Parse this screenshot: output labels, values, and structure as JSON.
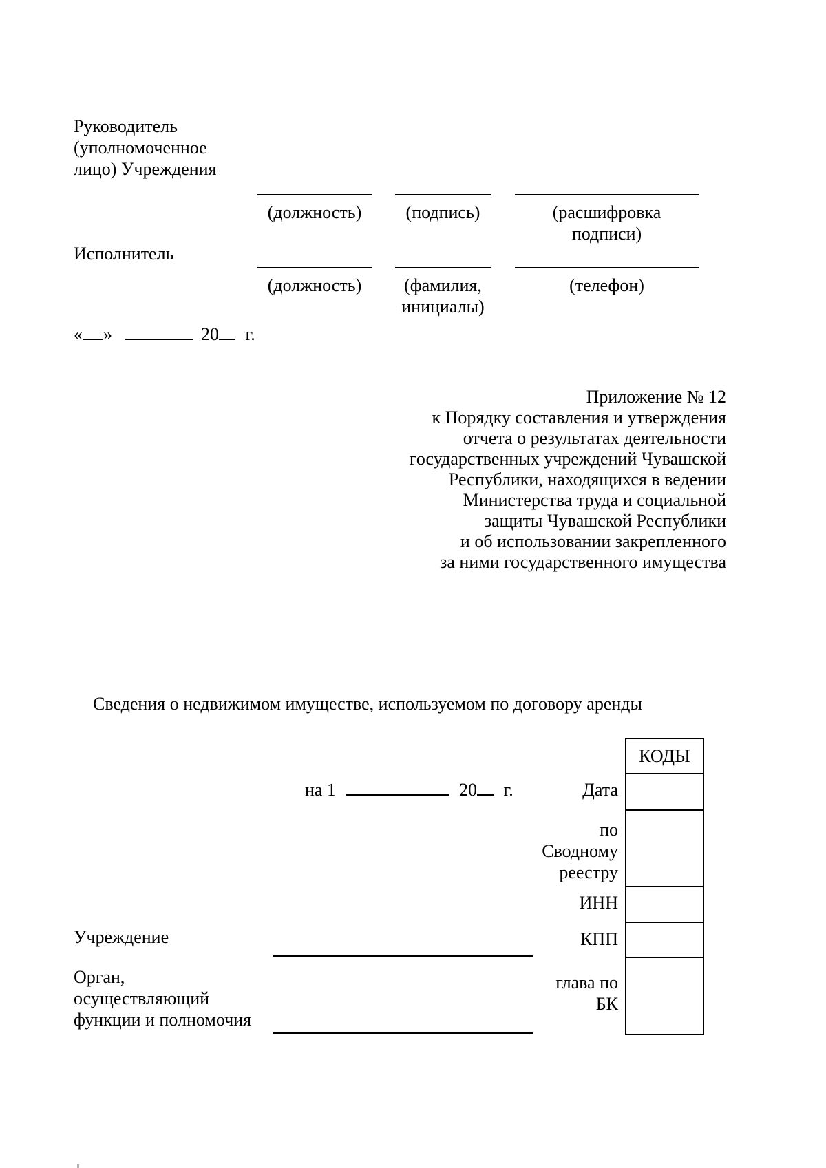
{
  "signatures": {
    "leader_lines": [
      "Руководитель",
      "(уполномоченное",
      "лицо) Учреждения"
    ],
    "executor_label": "Исполнитель",
    "row1_captions": {
      "position": "(должность)",
      "signature": "(подпись)",
      "decryption_line1": "(расшифровка",
      "decryption_line2": "подписи)"
    },
    "row2_captions": {
      "position": "(должность)",
      "name_line1": "(фамилия,",
      "name_line2": "инициалы)",
      "phone": "(телефон)"
    }
  },
  "date_line": {
    "quote_open": "«",
    "quote_close": "»",
    "year_prefix": "20",
    "year_suffix": "г."
  },
  "appendix": {
    "lines": [
      "Приложение № 12",
      "к Порядку составления и утверждения",
      "отчета о результатах деятельности",
      "государственных учреждений Чувашской",
      "Республики, находящихся в ведении",
      "Министерства труда и социальной",
      "защиты Чувашской Республики",
      "и об использовании закрепленного",
      "за ними государственного имущества"
    ]
  },
  "report": {
    "title": "Сведения о недвижимом имуществе, используемом по договору аренды",
    "as_of": {
      "prefix": "на 1",
      "year_prefix": "20",
      "year_suffix": "г."
    },
    "codes_header": "КОДЫ",
    "side_labels": {
      "date": "Дата",
      "registry_line1": "по",
      "registry_line2": "Сводному",
      "registry_line3": "реестру",
      "inn": "ИНН",
      "kpp": "КПП",
      "bk_line1": "глава по",
      "bk_line2": "БК"
    },
    "org_labels": {
      "institution": "Учреждение",
      "authority_line1": "Орган,",
      "authority_line2": "осуществляющий",
      "authority_line3": "функции и полномочия"
    }
  }
}
